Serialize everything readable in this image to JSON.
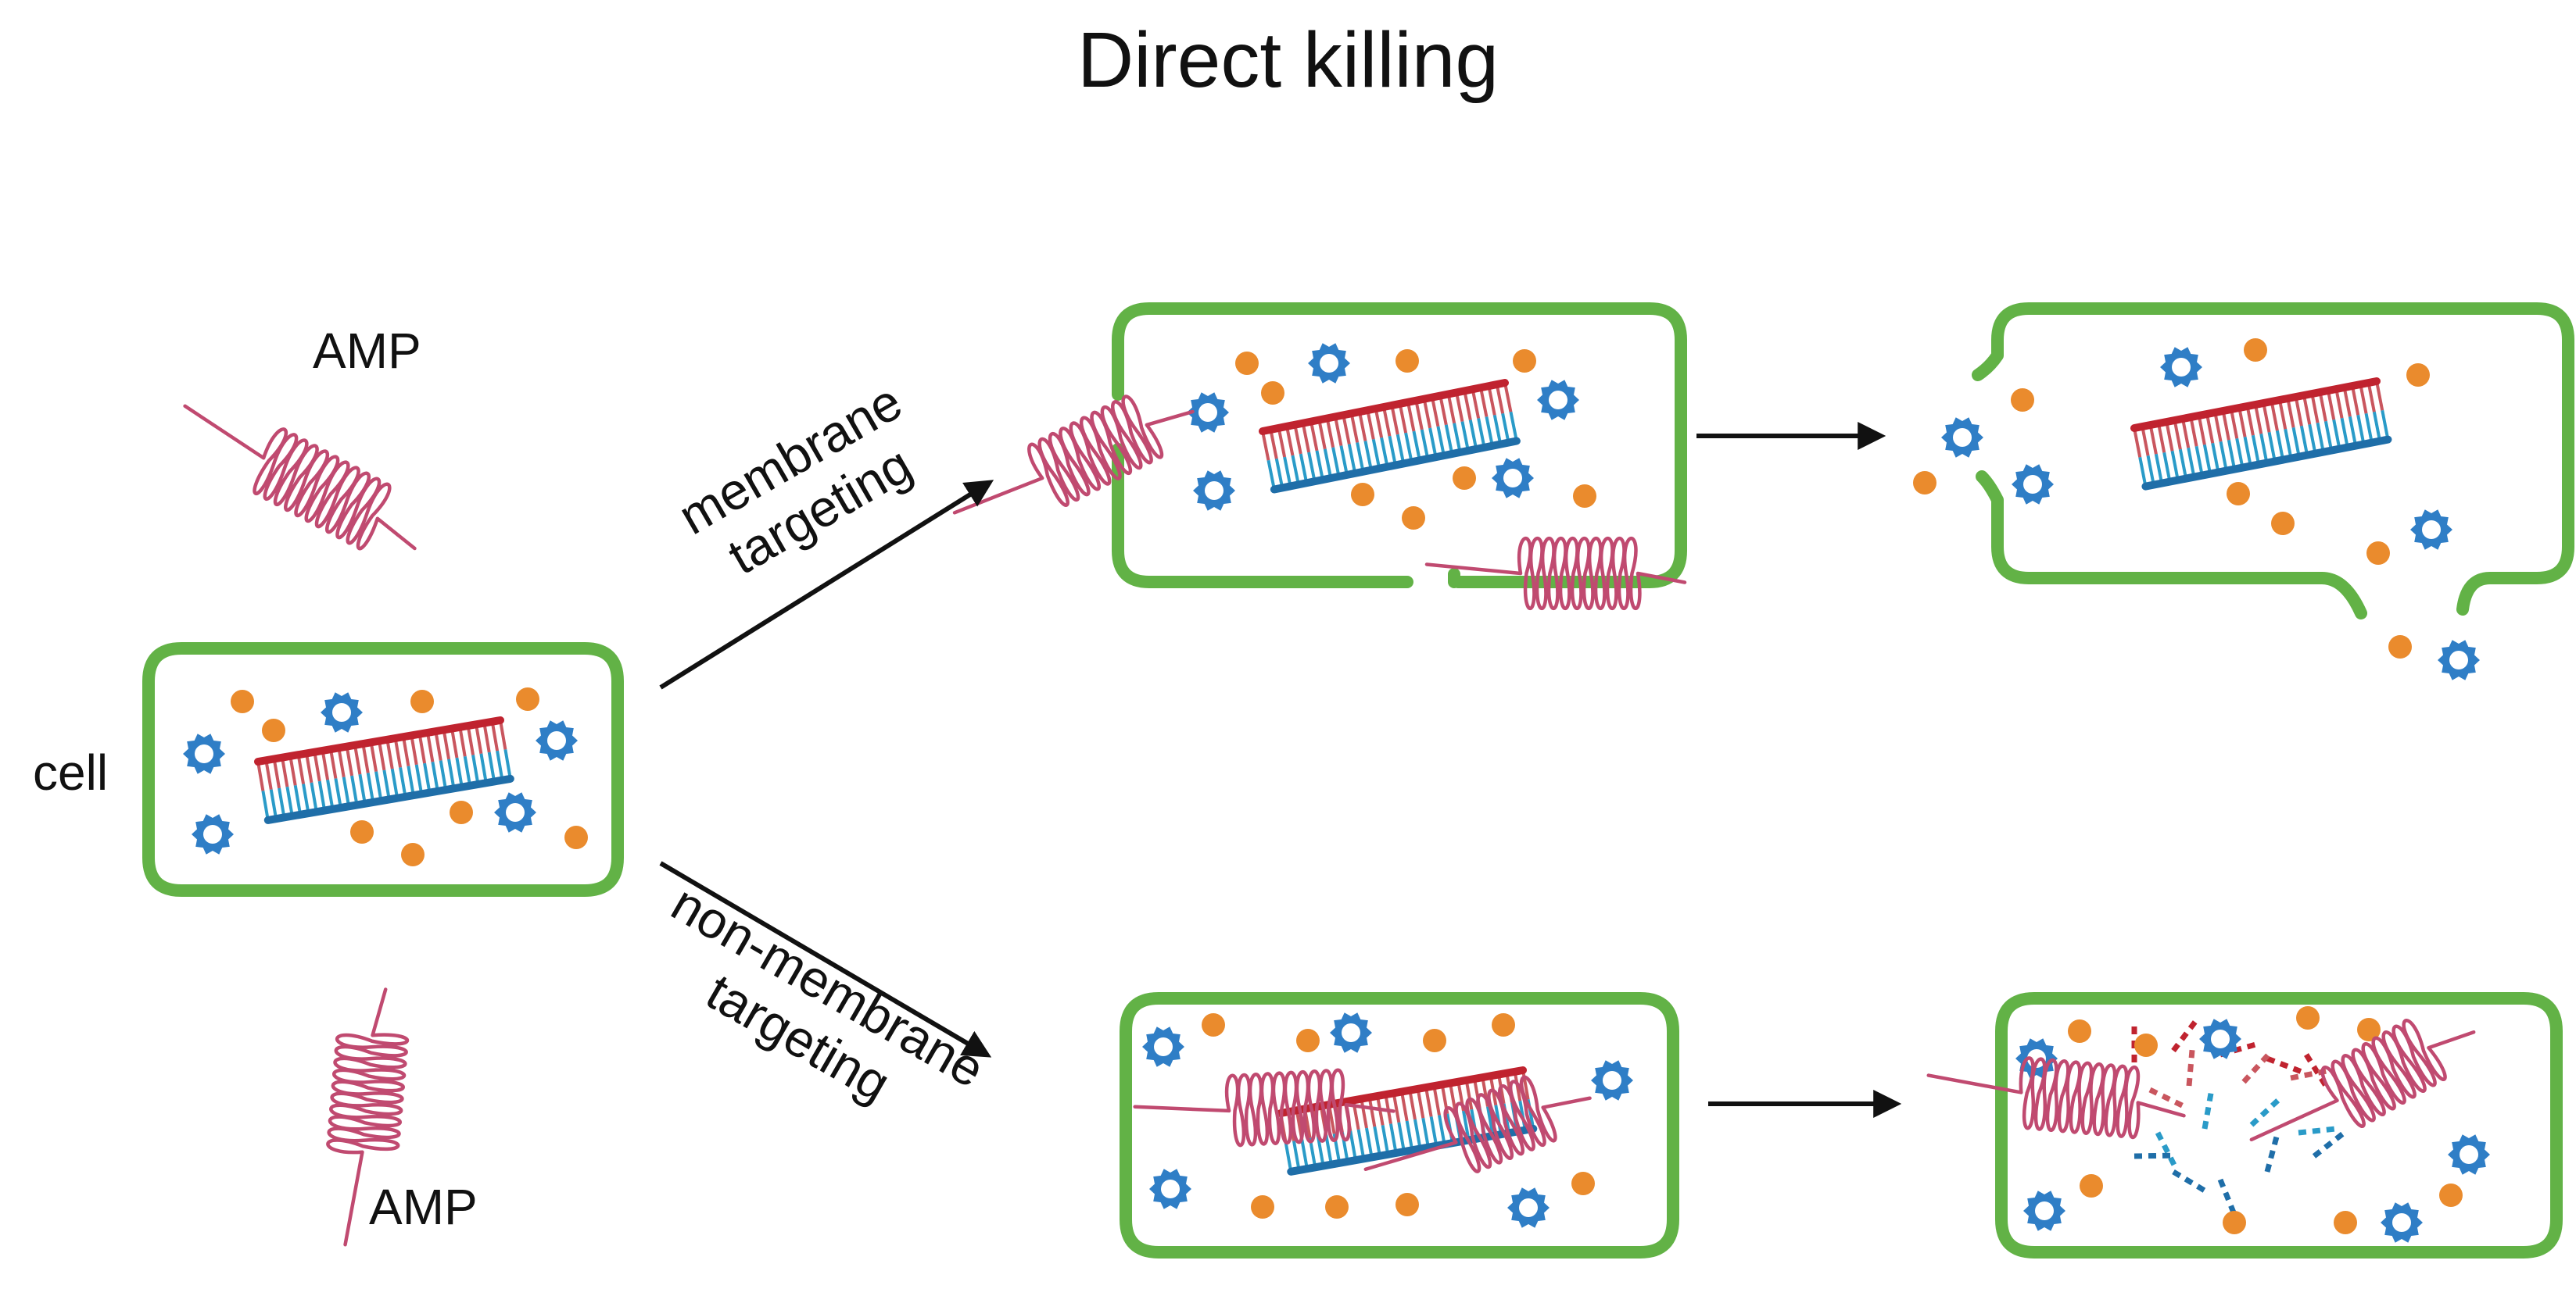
{
  "title": "Direct killing",
  "labels": {
    "amp_top": "AMP",
    "amp_bottom": "AMP",
    "cell": "cell",
    "membrane_targeting": "membrane targeting",
    "non_membrane_targeting": "non-membrane targeting"
  },
  "colors": {
    "membrane": "#62b246",
    "peptide": "#c04a70",
    "dna_top": "#c0232f",
    "dna_bottom": "#1f6ea8",
    "dna_rung_top": "#c9565e",
    "dna_rung_bottom": "#2a9bc8",
    "protein": "#2f7ec6",
    "metabolite": "#ea8b2d",
    "arrow": "#111111"
  }
}
